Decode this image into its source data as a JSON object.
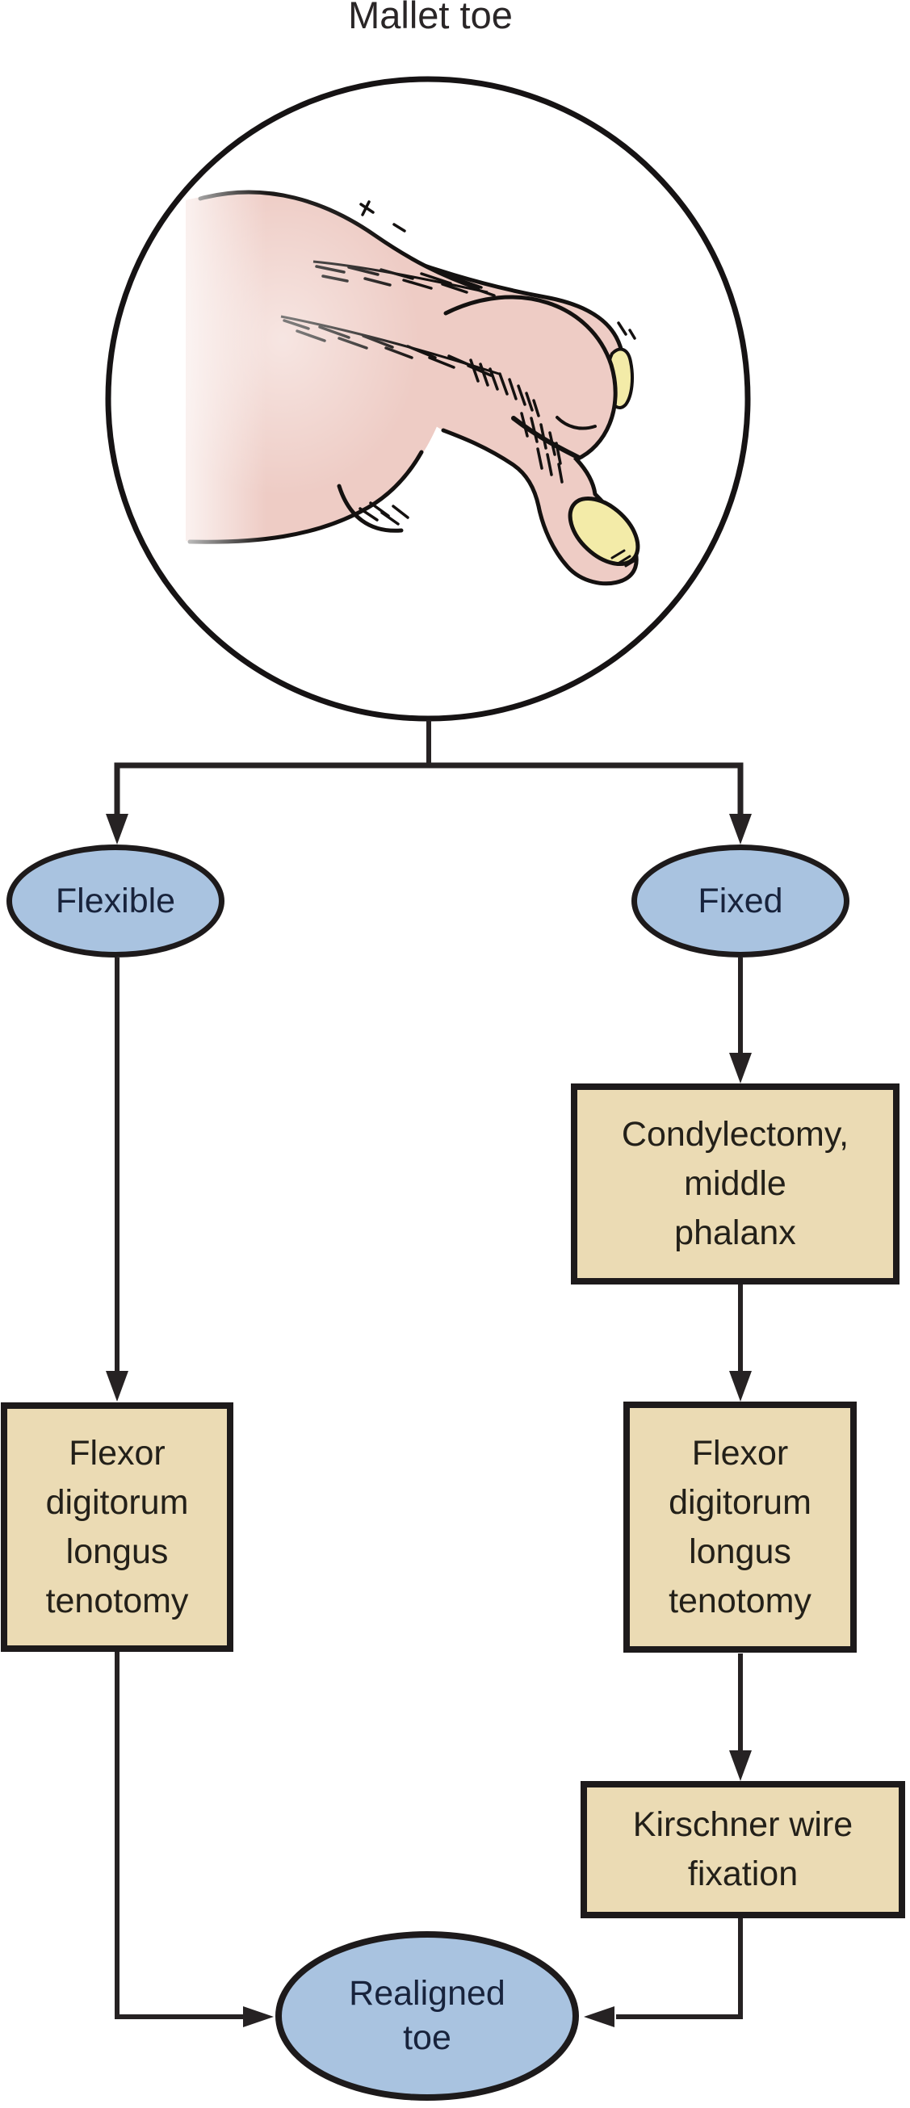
{
  "title": "Mallet toe",
  "illustration": {
    "icon": "mallet-toe-drawing"
  },
  "nodes": {
    "flexible": {
      "label": "Flexible"
    },
    "fixed": {
      "label": "Fixed"
    },
    "condylectomy": {
      "lines": [
        "Condylectomy,",
        "middle",
        "phalanx"
      ]
    },
    "fdl_left": {
      "lines": [
        "Flexor",
        "digitorum",
        "longus",
        "tenotomy"
      ]
    },
    "fdl_right": {
      "lines": [
        "Flexor",
        "digitorum",
        "longus",
        "tenotomy"
      ]
    },
    "kirschner": {
      "lines": [
        "Kirschner wire",
        "fixation"
      ]
    },
    "realigned": {
      "lines": [
        "Realigned",
        "toe"
      ]
    }
  },
  "colors": {
    "decision_fill": "#a9c3e0",
    "process_fill": "#ebdbb4",
    "node_outline": "#1d1a1b",
    "connector": "#262223",
    "skin": "#eeccc5",
    "nail": "#f3eba8",
    "decision_text": "#18233c",
    "process_text": "#232019"
  }
}
